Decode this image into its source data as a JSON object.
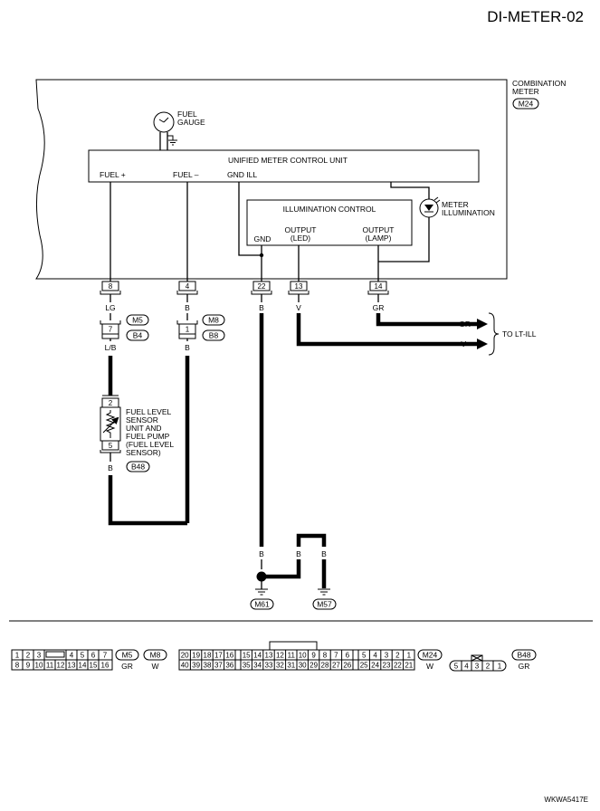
{
  "title": "DI-METER-02",
  "figure_code": "WKWA5417E",
  "combination_meter": {
    "label_line1": "COMBINATION",
    "label_line2": "METER",
    "connector": "M24"
  },
  "fuel_gauge": {
    "line1": "FUEL",
    "line2": "GAUGE"
  },
  "control_unit": {
    "label": "UNIFIED METER CONTROL UNIT",
    "terminals": {
      "fuel_plus": "FUEL +",
      "fuel_minus": "FUEL –",
      "gnd_ill": "GND ILL"
    }
  },
  "illumination_control": {
    "label": "ILLUMINATION CONTROL",
    "gnd": "GND",
    "output_led_1": "OUTPUT",
    "output_led_2": "(LED)",
    "output_lamp_1": "OUTPUT",
    "output_lamp_2": "(LAMP)"
  },
  "meter_illumination": {
    "line1": "METER",
    "line2": "ILLUMINATION"
  },
  "terminals": {
    "t8": "8",
    "t4": "4",
    "t22": "22",
    "t13": "13",
    "t14": "14",
    "t7": "7",
    "t1": "1",
    "t2": "2",
    "t5": "5"
  },
  "wire_colors": {
    "w8": "LG",
    "w4": "B",
    "w22": "B",
    "w13": "V",
    "w14": "GR",
    "m5_b4": "L/B",
    "m8_b8": "B",
    "b48_out": "B",
    "gnd_a": "B",
    "gnd_b": "B",
    "gnd_c": "B",
    "arrow_gr": "GR",
    "arrow_v": "V"
  },
  "connectors": {
    "m5": "M5",
    "b4": "B4",
    "m8": "M8",
    "b8": "B8",
    "b48": "B48",
    "m61": "M61",
    "m57": "M57"
  },
  "fuel_sensor": {
    "lines": [
      "FUEL LEVEL",
      "SENSOR",
      "UNIT AND",
      "FUEL PUMP",
      "(FUEL LEVEL",
      "SENSOR)"
    ]
  },
  "to_lt_ill": "TO LT-ILL",
  "legend": {
    "m5_m8": {
      "top": [
        "1",
        "2",
        "3",
        "",
        "4",
        "5",
        "6",
        "7"
      ],
      "bottom": [
        "8",
        "9",
        "10",
        "11",
        "12",
        "13",
        "14",
        "15",
        "16"
      ],
      "codes": [
        "M5",
        "M8"
      ],
      "colors": [
        "GR",
        "W"
      ]
    },
    "m24": {
      "top": [
        "20",
        "19",
        "18",
        "17",
        "16",
        "",
        "15",
        "14",
        "13",
        "12",
        "11",
        "10",
        "9",
        "8",
        "7",
        "6",
        "",
        "5",
        "4",
        "3",
        "2",
        "1"
      ],
      "bottom": [
        "40",
        "39",
        "38",
        "37",
        "36",
        "",
        "35",
        "34",
        "33",
        "32",
        "31",
        "30",
        "29",
        "28",
        "27",
        "26",
        "",
        "25",
        "24",
        "23",
        "22",
        "21"
      ],
      "code": "M24",
      "color": "W"
    },
    "b48": {
      "pins": [
        "5",
        "4",
        "3",
        "2",
        "1"
      ],
      "code": "B48",
      "color": "GR"
    }
  }
}
